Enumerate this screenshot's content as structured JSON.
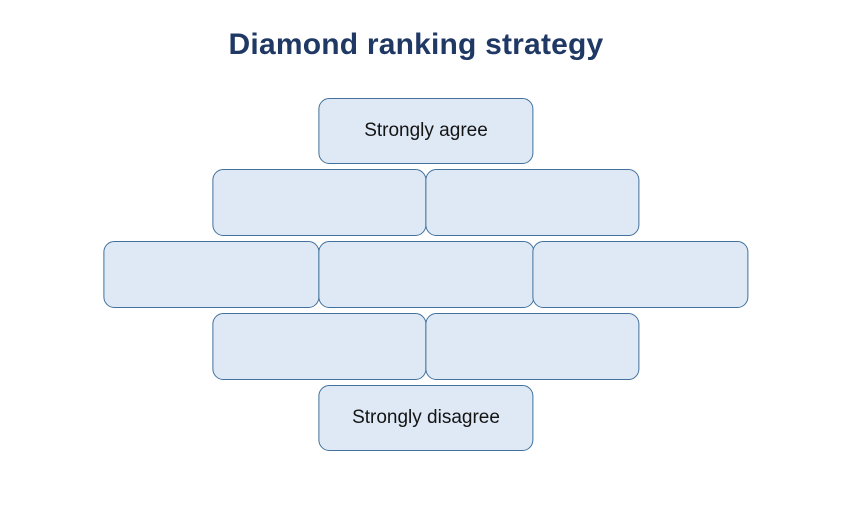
{
  "title": {
    "text": "Diamond ranking strategy"
  },
  "diamond": {
    "rows": [
      {
        "boxes": [
          {
            "label": "Strongly agree"
          }
        ]
      },
      {
        "boxes": [
          {
            "label": ""
          },
          {
            "label": ""
          }
        ]
      },
      {
        "boxes": [
          {
            "label": ""
          },
          {
            "label": ""
          },
          {
            "label": ""
          }
        ]
      },
      {
        "boxes": [
          {
            "label": ""
          },
          {
            "label": ""
          }
        ]
      },
      {
        "boxes": [
          {
            "label": "Strongly disagree"
          }
        ]
      }
    ]
  },
  "colors": {
    "background": "#FFFFFF",
    "title_color": "#1F3864",
    "box_fill": "#DEE9F5",
    "box_border": "#41719C",
    "label_color": "#141414"
  }
}
